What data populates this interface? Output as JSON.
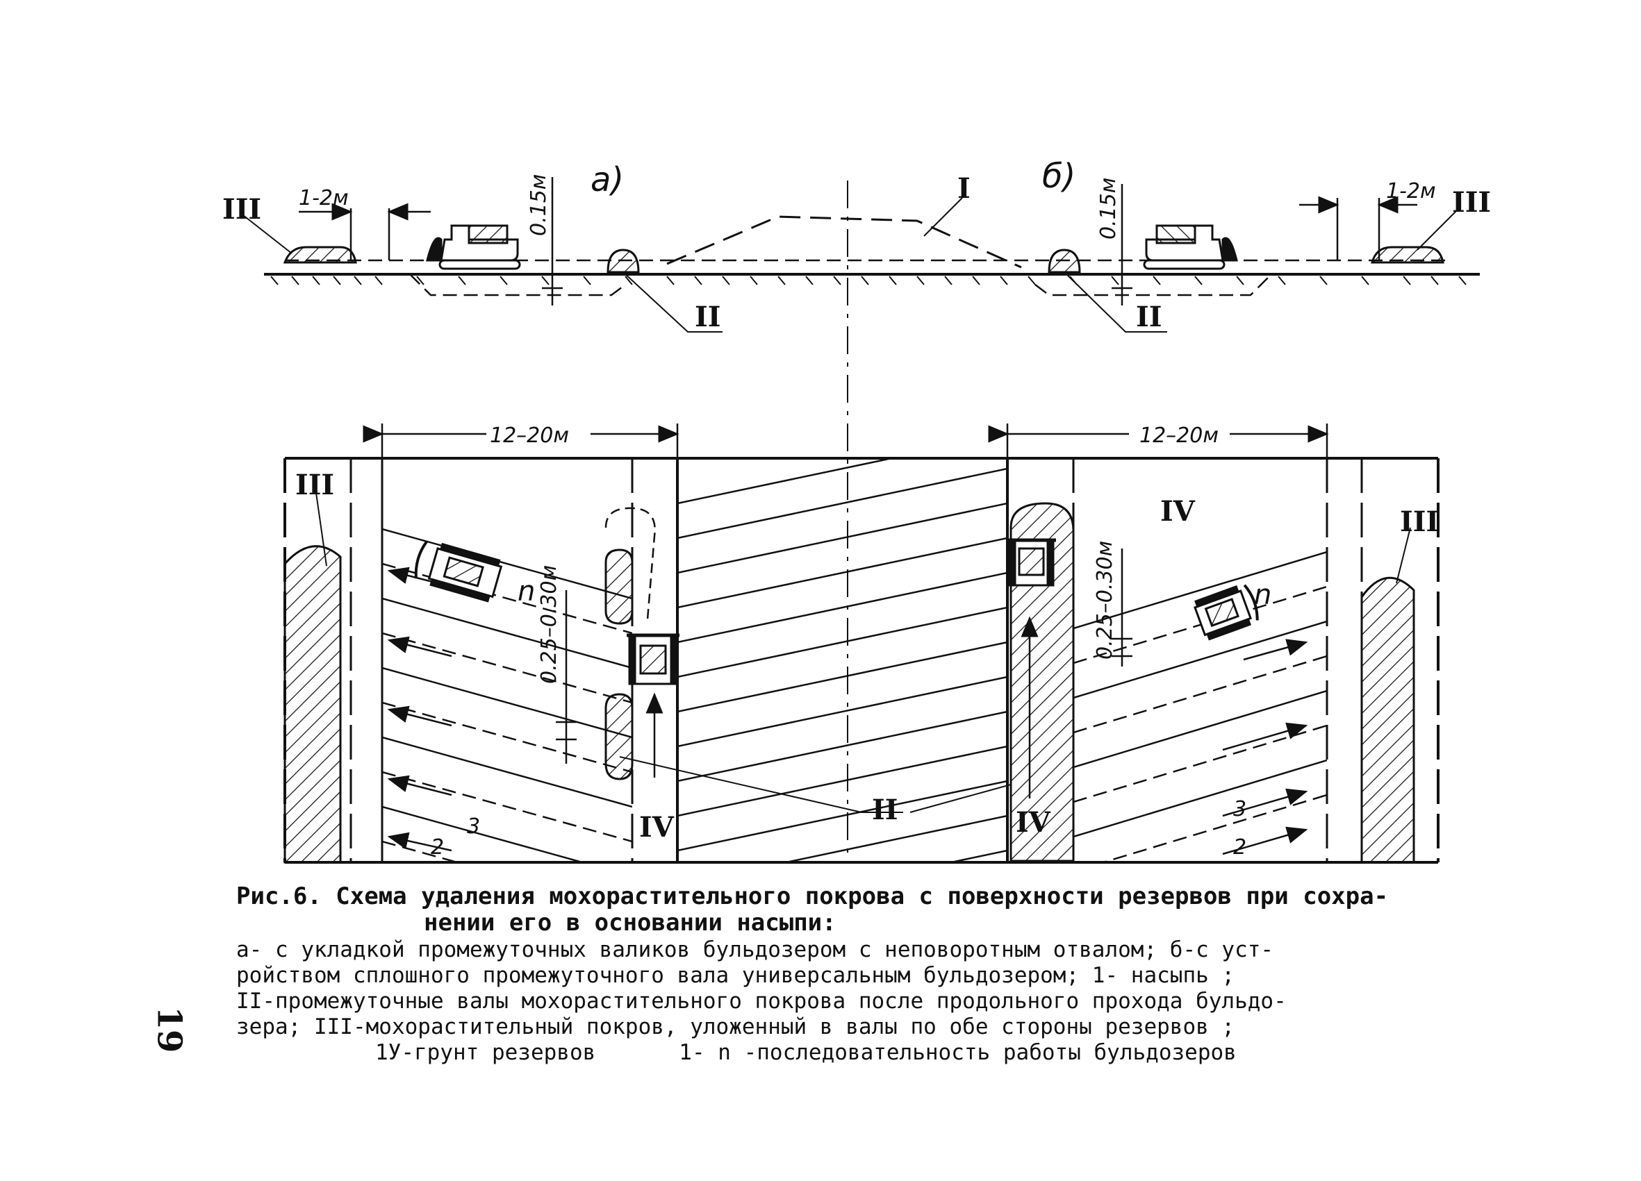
{
  "labels": {
    "a": "а)",
    "b": "б)",
    "I": "I",
    "II": "II",
    "III": "III",
    "IV": "IV",
    "dim_1_2m": "1-2м",
    "dim_015m": "0.15м",
    "dim_12_20m": "12–20м",
    "dim_025_030m": "0.25–0.30м",
    "pass_n": "n",
    "pass_2": "2",
    "pass_3": "3"
  },
  "caption": {
    "title_line1": "Рис.6. Схема удаления мохорастительного покрова с поверхности резервов при сохра-",
    "title_line2": "нении его в основании насыпи:",
    "lines": [
      "а- с укладкой промежуточных валиков бульдозером с неповоротным отвалом; б-с уст-",
      "ройством сплошного промежуточного вала универсальным бульдозером; 1- насыпь  ;",
      "II-промежуточные валы мохорастительного покрова после продольного прохода бульдо-",
      "зера; III-мохорастительный покров, уложенный в валы по обе стороны резервов  ;"
    ],
    "legend_iv": "1У-грунт резервов",
    "legend_seq": "1- n  -последовательность работы бульдозеров"
  },
  "page_number": "19"
}
